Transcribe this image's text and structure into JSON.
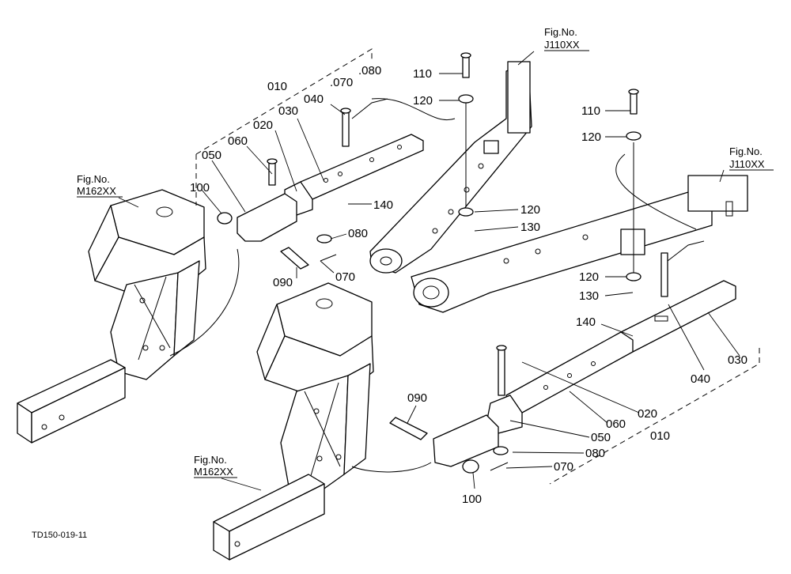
{
  "diagram_code": "TD150-019-11",
  "fig_refs": {
    "left_frame": [
      "Fig.No.",
      "M162XX"
    ],
    "center_frame": [
      "Fig.No.",
      "M162XX"
    ],
    "upper_link": [
      "Fig.No.",
      "J110XX"
    ],
    "right_link": [
      "Fig.No.",
      "J110XX"
    ]
  },
  "callouts_left": {
    "p010": "010",
    "p020": "020",
    "p030": "030",
    "p040": "040",
    "p050": "050",
    "p060": "060",
    "p070a": ".070",
    "p080a": ".080",
    "p070b": "070",
    "p080b": "080",
    "p090": "090",
    "p100": "100",
    "p140": "140"
  },
  "callouts_mid": {
    "p110": "110",
    "p120a": "120",
    "p120b": "120",
    "p130": "130"
  },
  "callouts_right": {
    "p110": "110",
    "p120a": "120",
    "p120b": "120",
    "p130": "130",
    "p140": "140",
    "p040": "040",
    "p030": "030",
    "p020": "020",
    "p060": "060",
    "p010": "010",
    "p050": "050",
    "p080": "080",
    "p070": "070",
    "p090": "090",
    "p100": "100"
  }
}
